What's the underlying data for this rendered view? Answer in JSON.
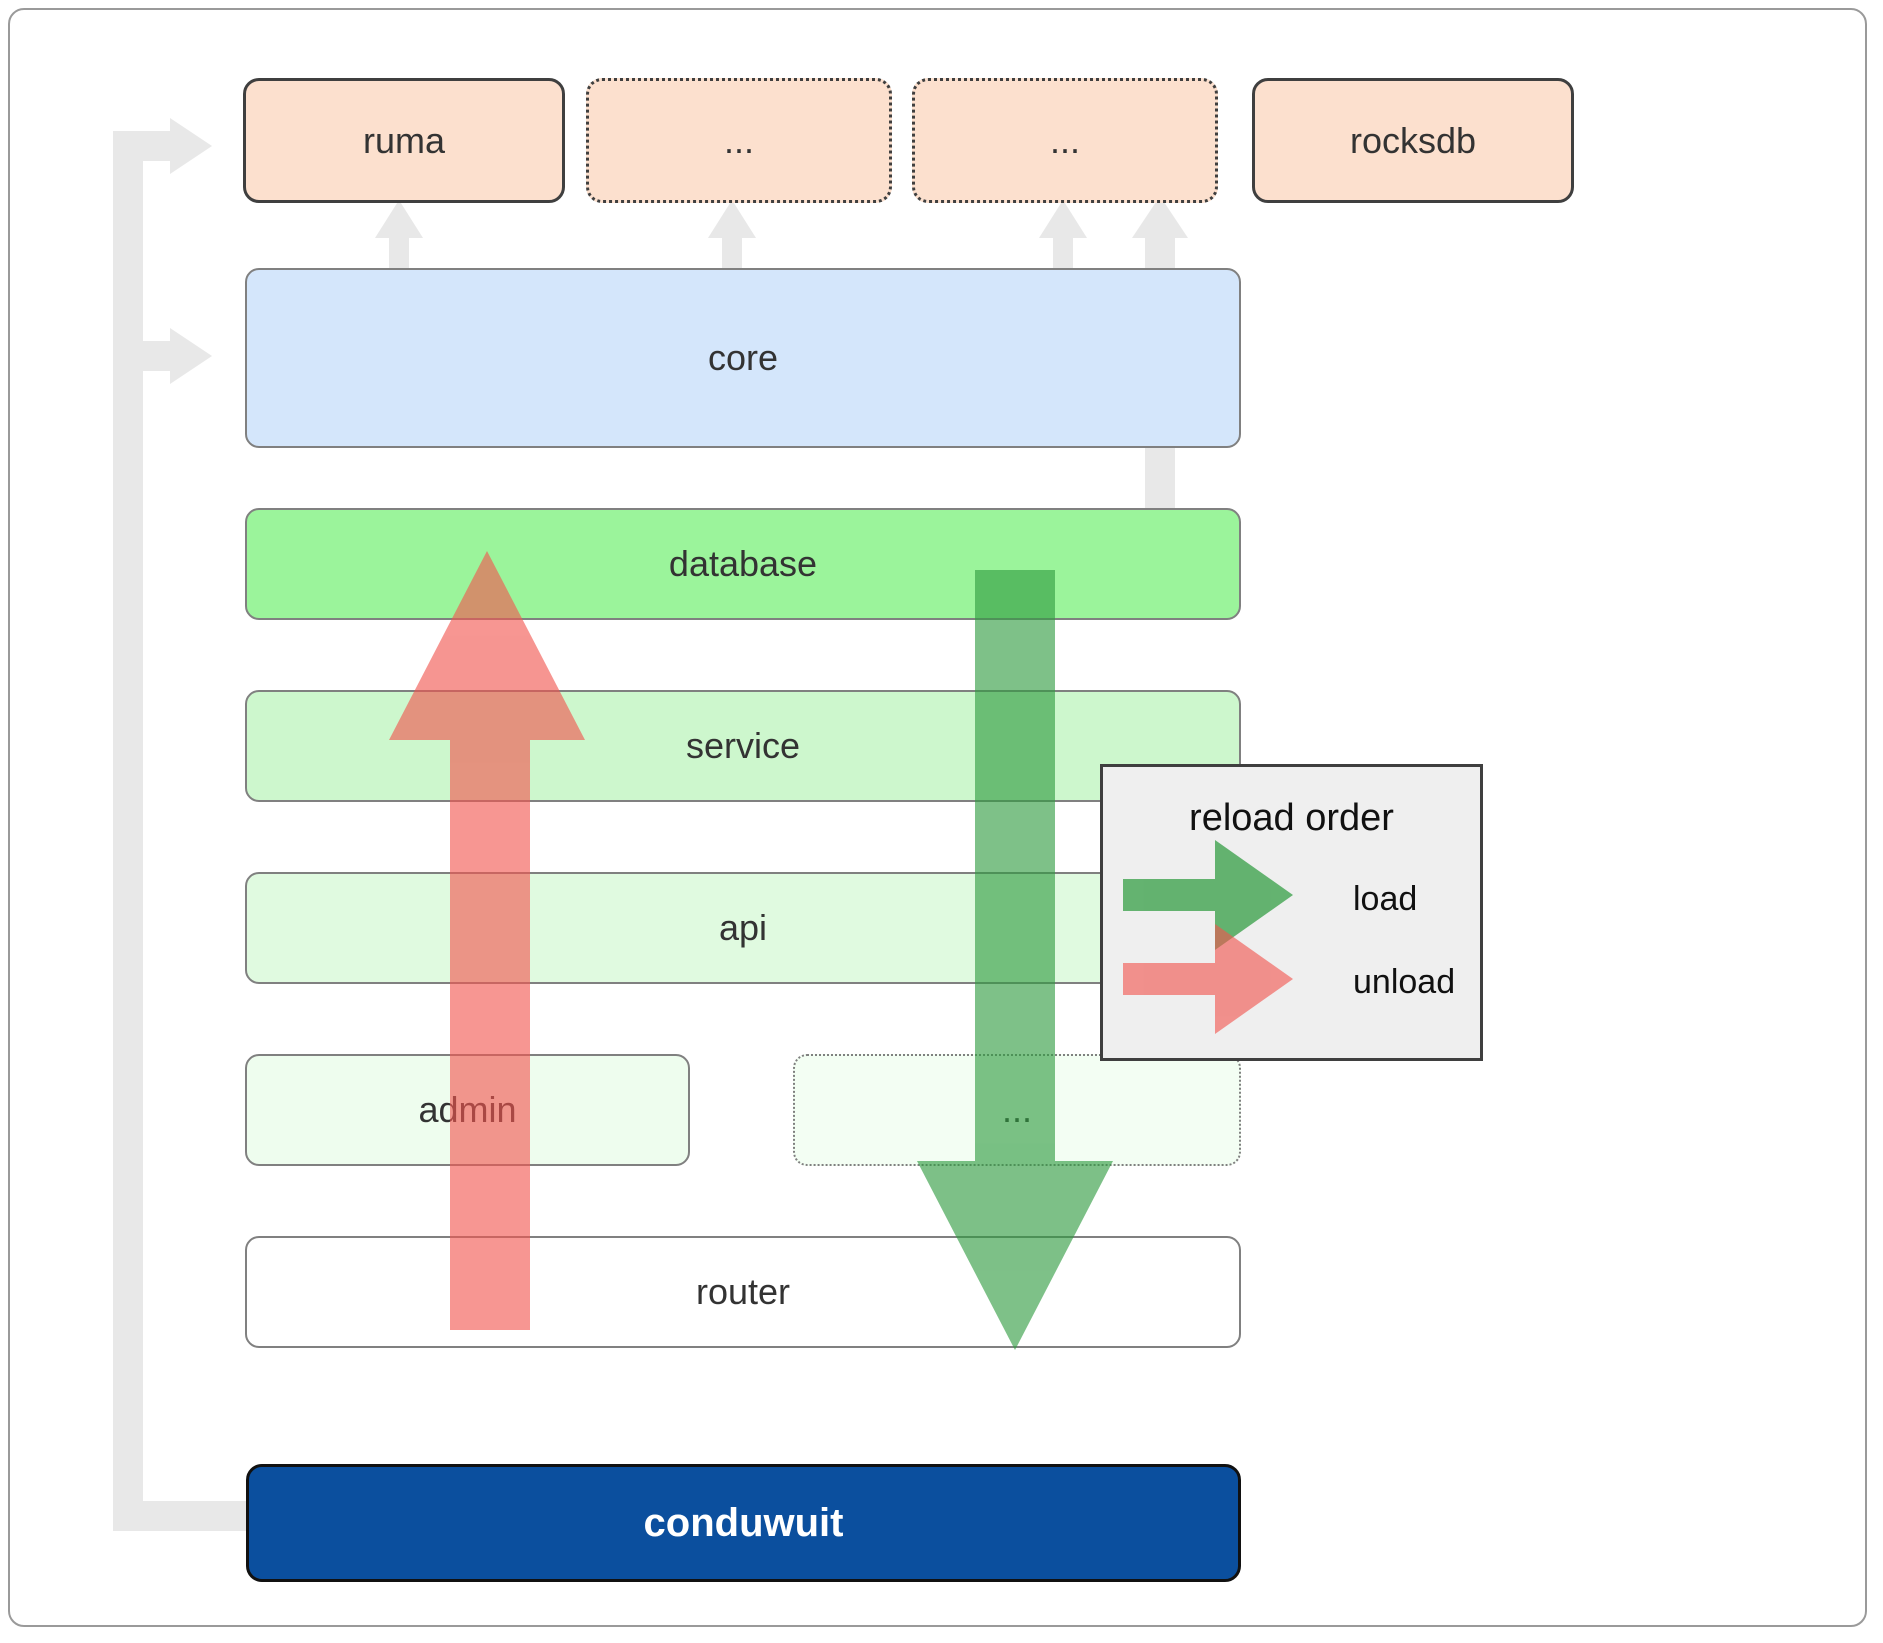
{
  "diagram": {
    "title": "conduwuit layered module reload diagram",
    "dependencies": [
      {
        "label": "ruma",
        "style": "solid"
      },
      {
        "label": "...",
        "style": "dotted"
      },
      {
        "label": "...",
        "style": "dotted"
      },
      {
        "label": "rocksdb",
        "style": "solid"
      }
    ],
    "core_layer": {
      "label": "core"
    },
    "layers": [
      {
        "label": "database"
      },
      {
        "label": "service"
      },
      {
        "label": "api"
      }
    ],
    "split_row": [
      {
        "label": "admin",
        "style": "solid"
      },
      {
        "label": "...",
        "style": "dotted"
      }
    ],
    "router_layer": {
      "label": "router"
    },
    "binary": {
      "label": "conduwuit"
    }
  },
  "legend": {
    "title": "reload order",
    "items": [
      {
        "label": "load",
        "color": "#4caf50"
      },
      {
        "label": "unload",
        "color": "#f77"
      }
    ]
  },
  "colors": {
    "dependency_fill": "#fce0ce",
    "dependency_stroke": "#3f3f3f",
    "core_fill": "#d4e6fb",
    "database_fill": "#9bf49b",
    "service_fill": "#cdf7cd",
    "api_fill": "#e0fae0",
    "admin_fill": "#eefdee",
    "router_fill": "#ffffff",
    "binary_fill": "#0b4f9e",
    "binary_text": "#ffffff",
    "connector": "#e8e8e8",
    "load_arrow": "#4caf50",
    "unload_arrow": "#ff7b7b",
    "legend_bg": "#efefef",
    "frame_stroke": "#9a9a9a"
  }
}
